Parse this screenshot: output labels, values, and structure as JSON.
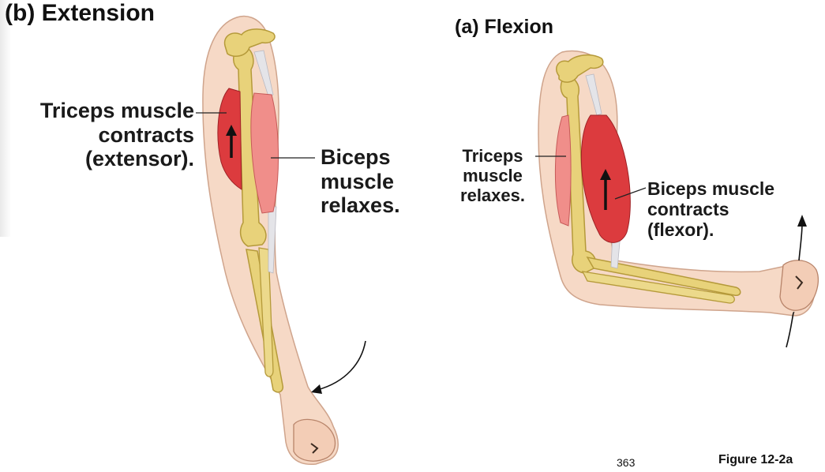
{
  "panels": {
    "extension": {
      "title": "(b) Extension",
      "triceps_label": [
        "Triceps muscle",
        "contracts",
        "(extensor)."
      ],
      "biceps_label": [
        "Biceps",
        "muscle",
        "relaxes."
      ]
    },
    "flexion": {
      "title": "(a) Flexion",
      "triceps_label": [
        "Triceps",
        "muscle",
        "relaxes."
      ],
      "biceps_label": [
        "Biceps muscle",
        "contracts",
        "(flexor)."
      ]
    }
  },
  "footer": {
    "page_number": "363",
    "figure_number": "Figure 12-2a"
  },
  "colors": {
    "skin": "#f6d9c6",
    "skin_outline": "#cfa48c",
    "bone": "#e8d27a",
    "bone_outline": "#b59a3a",
    "muscle_contracted": "#dc3b3e",
    "muscle_relaxed": "#f08e8a",
    "tendon": "#e4e4e8",
    "arrow": "#111111"
  }
}
